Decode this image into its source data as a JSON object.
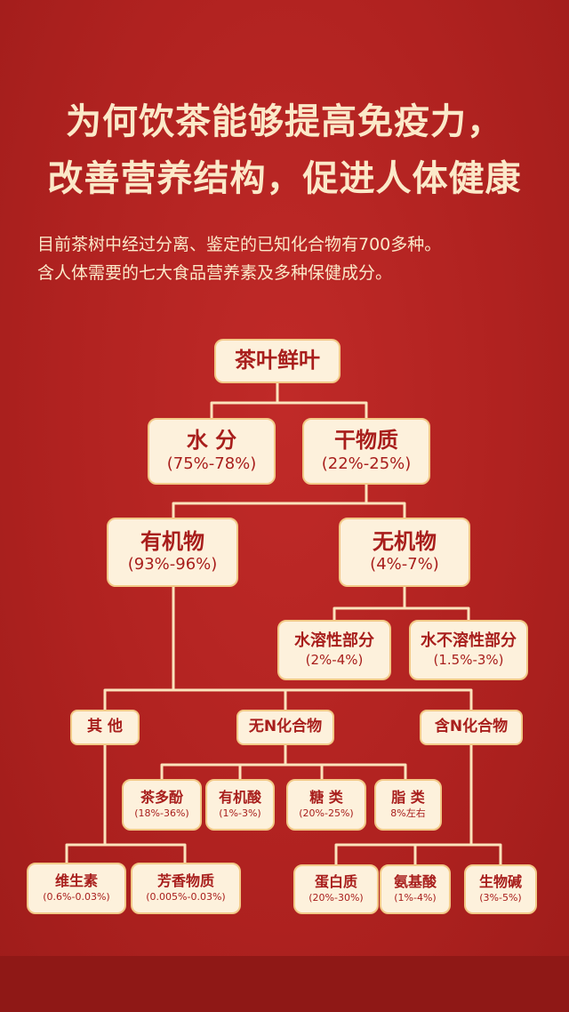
{
  "title": {
    "line1": "为何饮茶能够提高免疫力，",
    "line2": "改善营养结构，促进人体健康"
  },
  "intro": {
    "line1": "目前茶树中经过分离、鉴定的已知化合物有700多种。",
    "line2": "含人体需要的七大食品营养素及多种保健成分。"
  },
  "tree": {
    "root": {
      "label": "茶叶鲜叶"
    },
    "water": {
      "label": "水 分",
      "value": "(75%-78%)"
    },
    "dry": {
      "label": "干物质",
      "value": "(22%-25%)"
    },
    "organic": {
      "label": "有机物",
      "value": "(93%-96%)"
    },
    "inorganic": {
      "label": "无机物",
      "value": "(4%-7%)"
    },
    "soluble": {
      "label": "水溶性部分",
      "value": "(2%-4%)"
    },
    "insoluble": {
      "label": "水不溶性部分",
      "value": "(1.5%-3%)"
    },
    "other": {
      "label": "其 他"
    },
    "non_n": {
      "label": "无N化合物"
    },
    "n_comp": {
      "label": "含N化合物"
    },
    "polyphenol": {
      "label": "茶多酚",
      "value": "(18%-36%)"
    },
    "acid": {
      "label": "有机酸",
      "value": "(1%-3%)"
    },
    "sugar": {
      "label": "糖 类",
      "value": "(20%-25%)"
    },
    "lipid": {
      "label": "脂 类",
      "value": "8%左右"
    },
    "vitamin": {
      "label": "维生素",
      "value": "(0.6%-0.03%)"
    },
    "aroma": {
      "label": "芳香物质",
      "value": "(0.005%-0.03%)"
    },
    "protein": {
      "label": "蛋白质",
      "value": "(20%-30%)"
    },
    "amino": {
      "label": "氨基酸",
      "value": "(1%-4%)"
    },
    "alkaloid": {
      "label": "生物碱",
      "value": "(3%-5%)"
    }
  },
  "colors": {
    "background": "#b3201f",
    "box": "#fdf1dc",
    "box_border": "#f2c987",
    "box_text": "#a81e1c",
    "lines": "#fbe3bc"
  }
}
